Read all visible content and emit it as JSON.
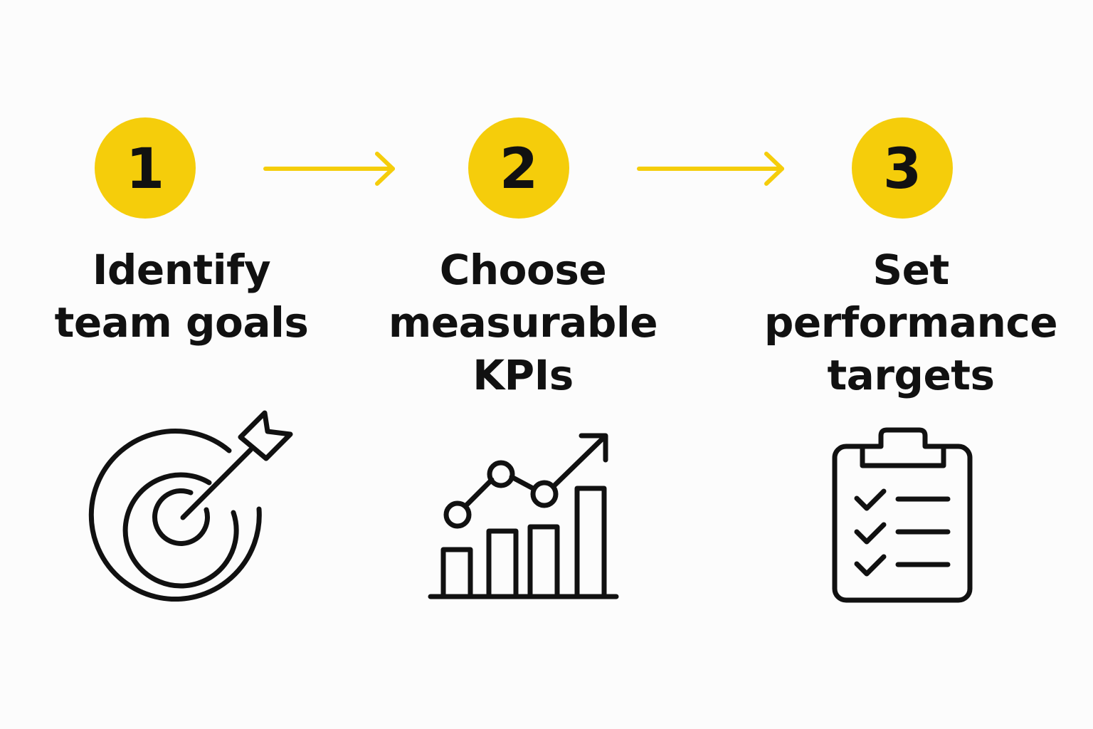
{
  "colors": {
    "accent": "#f5cd0b",
    "ink": "#111111",
    "background": "#fcfcfc"
  },
  "steps": [
    {
      "number": "1",
      "lines": [
        "Identify",
        "team goals"
      ],
      "icon": "target-arrow-icon"
    },
    {
      "number": "2",
      "lines": [
        "Choose",
        "measurable",
        "KPIs"
      ],
      "icon": "bar-line-chart-icon"
    },
    {
      "number": "3",
      "lines": [
        "Set",
        "performance",
        "targets"
      ],
      "icon": "clipboard-checklist-icon"
    }
  ],
  "connectors": [
    "arrow-right-icon",
    "arrow-right-icon"
  ]
}
